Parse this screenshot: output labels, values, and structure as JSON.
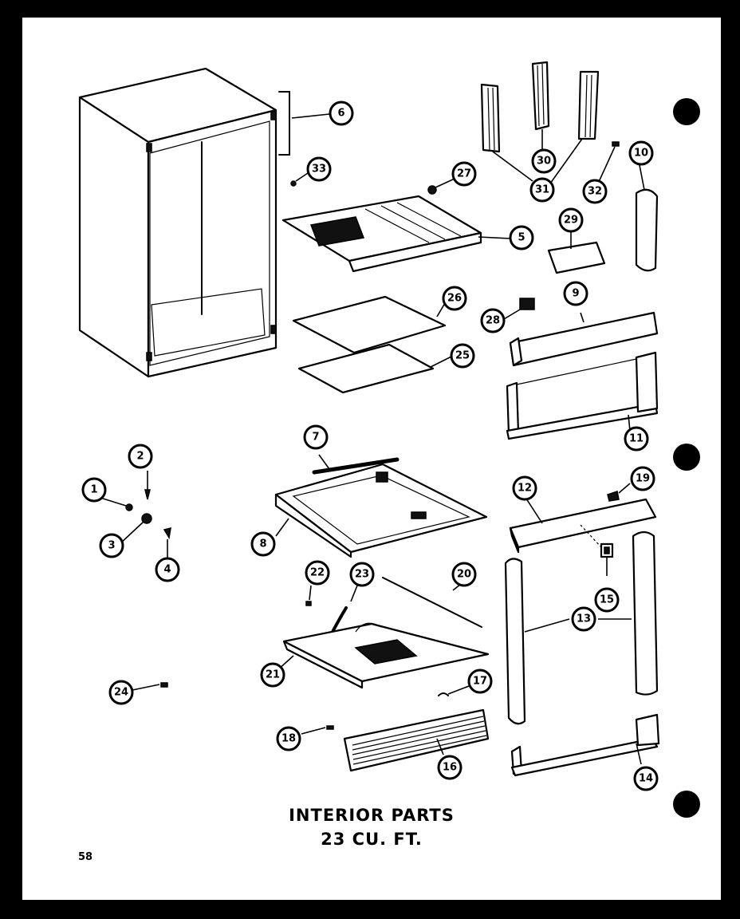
{
  "diagram": {
    "title_line_1": "INTERIOR PARTS",
    "title_line_2": "23 CU. FT.",
    "page_number": "58",
    "callouts": [
      {
        "id": "c1",
        "label": "1"
      },
      {
        "id": "c2",
        "label": "2"
      },
      {
        "id": "c3",
        "label": "3"
      },
      {
        "id": "c4",
        "label": "4"
      },
      {
        "id": "c5",
        "label": "5"
      },
      {
        "id": "c6",
        "label": "6"
      },
      {
        "id": "c7",
        "label": "7"
      },
      {
        "id": "c8",
        "label": "8"
      },
      {
        "id": "c9",
        "label": "9"
      },
      {
        "id": "c10",
        "label": "10"
      },
      {
        "id": "c11",
        "label": "11"
      },
      {
        "id": "c12",
        "label": "12"
      },
      {
        "id": "c13",
        "label": "13"
      },
      {
        "id": "c14",
        "label": "14"
      },
      {
        "id": "c15",
        "label": "15"
      },
      {
        "id": "c16",
        "label": "16"
      },
      {
        "id": "c17",
        "label": "17"
      },
      {
        "id": "c18",
        "label": "18"
      },
      {
        "id": "c19",
        "label": "19"
      },
      {
        "id": "c20",
        "label": "20"
      },
      {
        "id": "c21",
        "label": "21"
      },
      {
        "id": "c22",
        "label": "22"
      },
      {
        "id": "c23",
        "label": "23"
      },
      {
        "id": "c24",
        "label": "24"
      },
      {
        "id": "c25",
        "label": "25"
      },
      {
        "id": "c26",
        "label": "26"
      },
      {
        "id": "c27",
        "label": "27"
      },
      {
        "id": "c28",
        "label": "28"
      },
      {
        "id": "c29",
        "label": "29"
      },
      {
        "id": "c30",
        "label": "30"
      },
      {
        "id": "c31",
        "label": "31"
      },
      {
        "id": "c32",
        "label": "32"
      },
      {
        "id": "c33",
        "label": "33"
      }
    ]
  }
}
